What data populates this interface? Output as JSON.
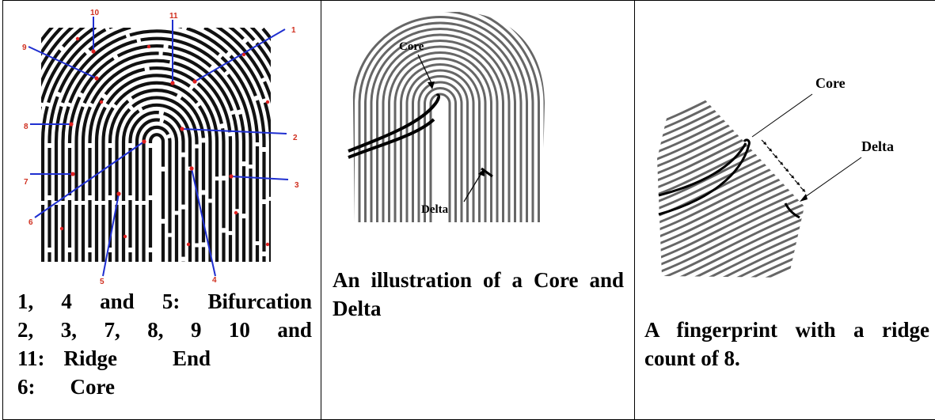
{
  "panel1": {
    "minutiae_labels": [
      "1",
      "2",
      "3",
      "4",
      "5",
      "6",
      "7",
      "8",
      "9",
      "10",
      "11"
    ],
    "caption_rows": [
      [
        "1,",
        "4",
        "and",
        "5:",
        "Bifurcation"
      ],
      [
        "2,",
        "3,",
        "7,",
        "8,",
        "9",
        "10",
        "and"
      ],
      [
        "11:",
        "Ridge",
        "End"
      ],
      [
        "6:",
        "Core"
      ]
    ]
  },
  "panel2": {
    "core_label": "Core",
    "delta_label": "Delta",
    "caption": "An illustration of a Core and Delta"
  },
  "panel3": {
    "core_label": "Core",
    "delta_label": "Delta",
    "caption": "A fingerprint with a ridge count of 8."
  },
  "colors": {
    "minutia_dot": "#e02020",
    "callout_line": "#1f2fd0",
    "ridge": "#000000"
  }
}
